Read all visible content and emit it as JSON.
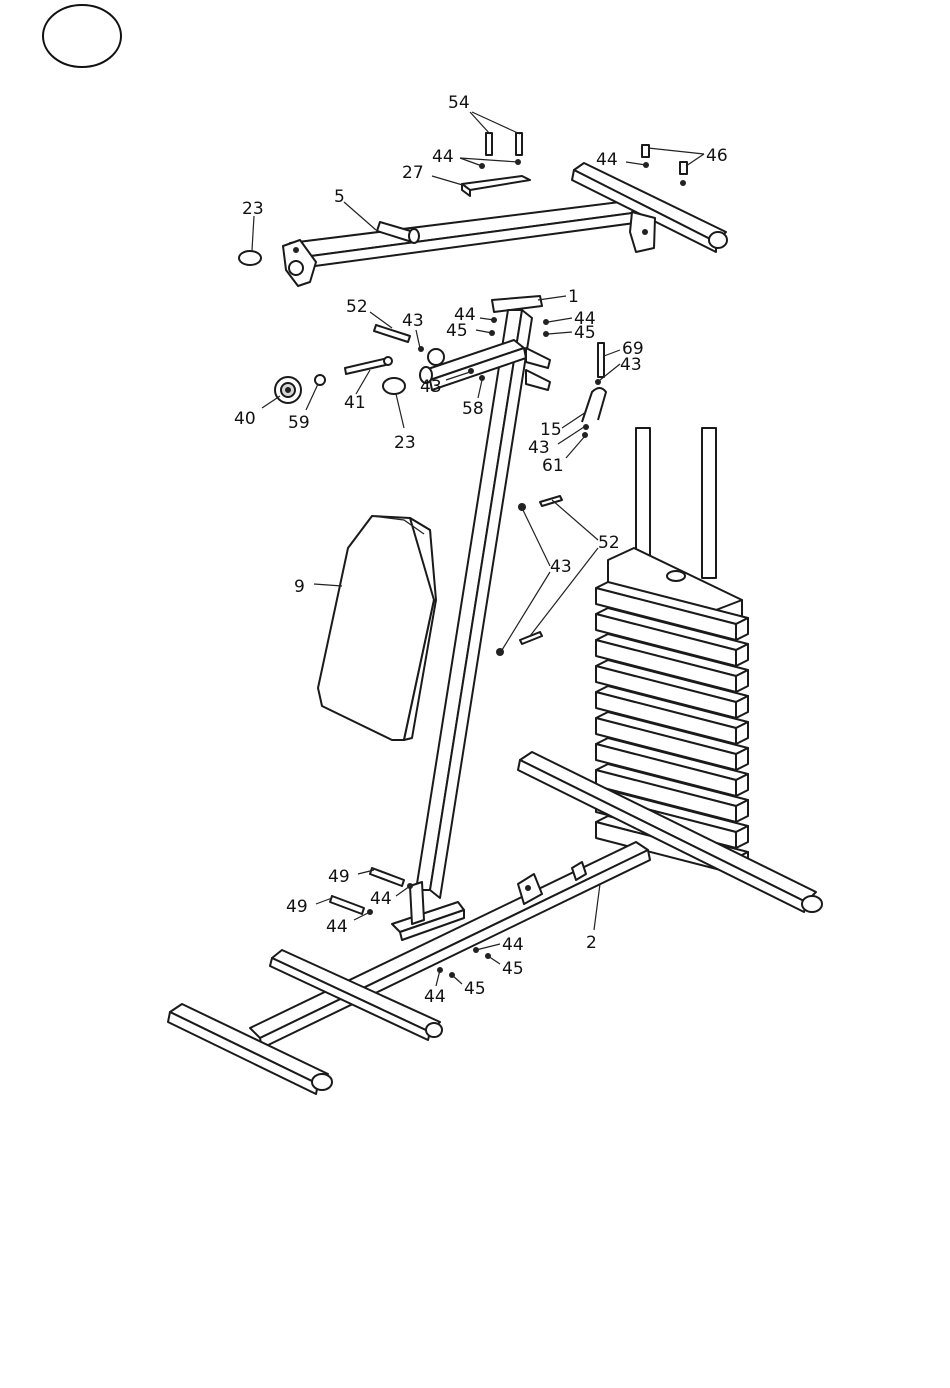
{
  "step_marker": "",
  "part_labels": {
    "l1": "1",
    "l2": "2",
    "l5": "5",
    "l9": "9",
    "l15": "15",
    "l23a": "23",
    "l23b": "23",
    "l27": "27",
    "l40": "40",
    "l41": "41",
    "l43a": "43",
    "l43b": "43",
    "l43c": "43",
    "l43d": "43",
    "l43e": "43",
    "l44a": "44",
    "l44b": "44",
    "l44c": "44",
    "l44d": "44",
    "l44e": "44",
    "l44f": "44",
    "l44g": "44",
    "l44h": "44",
    "l45a": "45",
    "l45b": "45",
    "l45c": "45",
    "l45d": "45",
    "l46": "46",
    "l49a": "49",
    "l49b": "49",
    "l52a": "52",
    "l52b": "52",
    "l54": "54",
    "l58": "58",
    "l59": "59",
    "l61": "61",
    "l69": "69"
  }
}
